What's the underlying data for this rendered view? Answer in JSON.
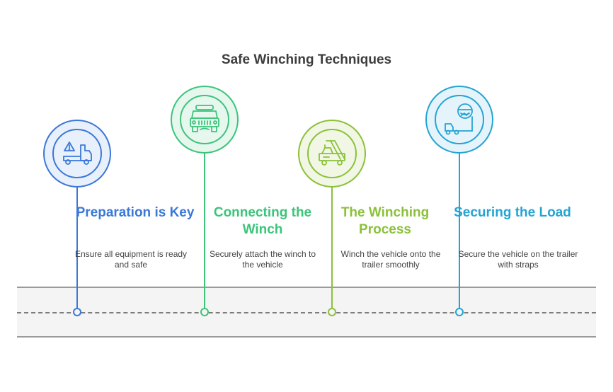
{
  "title": "Safe Winching Techniques",
  "steps": [
    {
      "title": "Preparation is Key",
      "desc": "Ensure all equipment is ready and safe",
      "color": "#3b78d8",
      "fill": "#e8f0fb",
      "icon": "truck-warning-icon"
    },
    {
      "title": "Connecting the Winch",
      "desc": "Securely attach the winch to the vehicle",
      "color": "#3cc47a",
      "fill": "#e6f7ee",
      "icon": "jeep-front-icon"
    },
    {
      "title": "The Winching Process",
      "desc": "Winch the vehicle onto the trailer smoothly",
      "color": "#8bc13a",
      "fill": "#f1f7e4",
      "icon": "tow-ramp-icon"
    },
    {
      "title": "Securing the Load",
      "desc": "Secure the vehicle on the trailer with straps",
      "color": "#24a4d4",
      "fill": "#e5f4fb",
      "icon": "driver-helmet-truck-icon"
    }
  ]
}
